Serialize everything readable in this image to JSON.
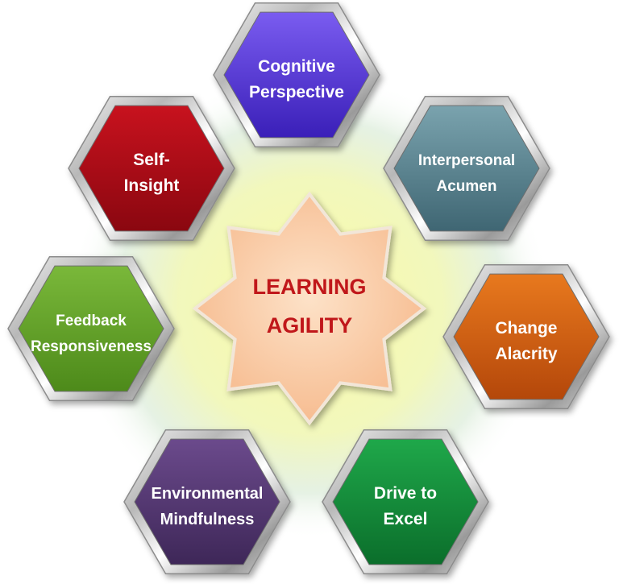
{
  "center": {
    "line1": "LEARNING",
    "line2": "AGILITY",
    "text_color": "#c0171a",
    "fill_color": "#f8c9a4"
  },
  "hexagons": [
    {
      "key": "cognitive",
      "line1": "Cognitive",
      "line2": "Perspective",
      "color_light": "#7a5cf0",
      "color_dark": "#3a1fb8"
    },
    {
      "key": "interpersonal",
      "line1": "Interpersonal",
      "line2": "Acumen",
      "color_light": "#7aa3ae",
      "color_dark": "#3f6673"
    },
    {
      "key": "change",
      "line1": "Change",
      "line2": "Alacrity",
      "color_light": "#e8791e",
      "color_dark": "#b4470a"
    },
    {
      "key": "drive",
      "line1": "Drive to",
      "line2": "Excel",
      "color_light": "#1fa84a",
      "color_dark": "#0b6e2b"
    },
    {
      "key": "environmental",
      "line1": "Environmental",
      "line2": "Mindfulness",
      "color_light": "#6b4a8c",
      "color_dark": "#3e2758"
    },
    {
      "key": "feedback",
      "line1": "Feedback",
      "line2": "Responsiveness",
      "color_light": "#7ab83a",
      "color_dark": "#4d8a1a"
    },
    {
      "key": "self",
      "line1": "Self-",
      "line2": "Insight",
      "color_light": "#c8121e",
      "color_dark": "#8a0710"
    }
  ]
}
